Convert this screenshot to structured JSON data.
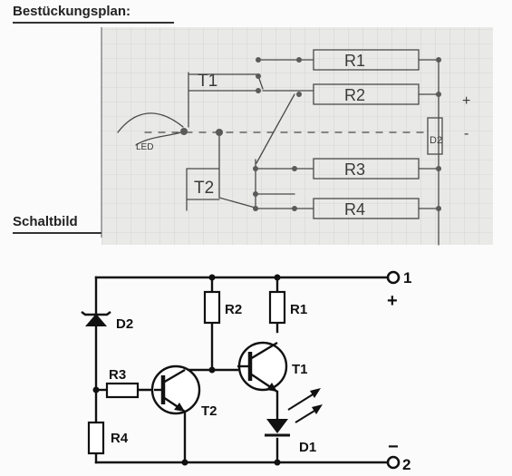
{
  "headings": {
    "assembly_plan": "Bestückungsplan:",
    "schematic": "Schaltbild"
  },
  "assembly_plan": {
    "labels": {
      "t1": "T1",
      "t2": "T2",
      "r1": "R1",
      "r2": "R2",
      "r3": "R3",
      "r4": "R4",
      "d2": "D2",
      "led": "LED",
      "plus": "+",
      "minus": "-"
    }
  },
  "schematic": {
    "labels": {
      "r1": "R1",
      "r2": "R2",
      "r3": "R3",
      "r4": "R4",
      "t1": "T1",
      "t2": "T2",
      "d1": "D1",
      "d2": "D2",
      "terminal1": "1",
      "terminal2": "2",
      "plus": "+",
      "minus": "−"
    }
  },
  "colors": {
    "ink": "#111111",
    "paper": "#e8e8e6",
    "grid": "#c9c9c9",
    "pencil": "#4a4a4a"
  }
}
